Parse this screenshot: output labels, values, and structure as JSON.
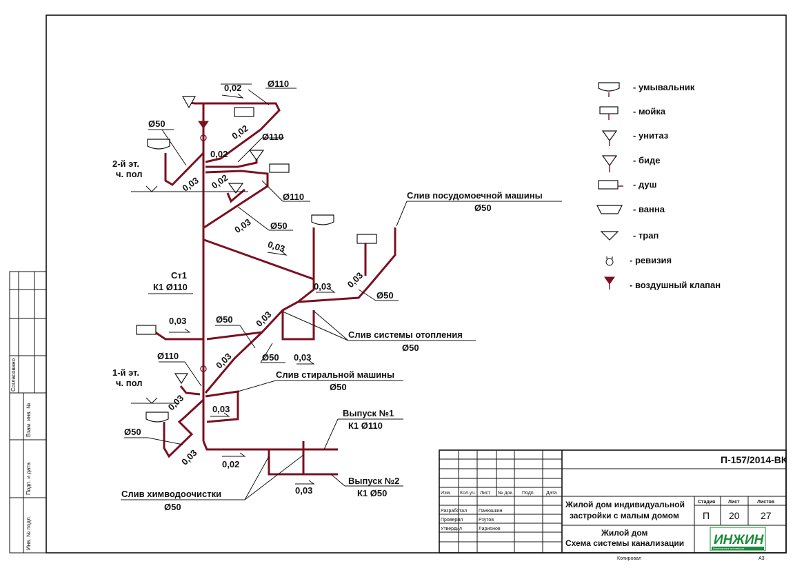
{
  "diagram": {
    "floors": {
      "floor2": [
        "2-й эт.",
        "ч. пол"
      ],
      "floor1": [
        "1-й эт.",
        "ч. пол"
      ]
    },
    "riser": {
      "name": "Ст1",
      "spec": "К1 Ø110"
    },
    "slope": "0,02",
    "slope2": "0,03",
    "d110": "Ø110",
    "d50": "Ø50",
    "labels": {
      "dishwasher": "Слив посудомоечной машины",
      "dishwasher_d": "Ø50",
      "heating": "Слив системы отопления",
      "heating_d": "Ø50",
      "washer": "Слив стиральной машины",
      "washer_d": "Ø50",
      "outlet1": "Выпуск №1",
      "outlet1_d": "К1 Ø110",
      "outlet2": "Выпуск №2",
      "outlet2_d": "К1 Ø50",
      "drycleaning": "Слив химводоочистки",
      "drycleaning_d": "Ø50"
    }
  },
  "legend": [
    {
      "icon": "washbasin-icon",
      "label": "- умывальник"
    },
    {
      "icon": "sink-icon",
      "label": "- мойка"
    },
    {
      "icon": "toilet-icon",
      "label": "- унитаз"
    },
    {
      "icon": "bidet-icon",
      "label": "- биде"
    },
    {
      "icon": "shower-icon",
      "label": "- душ"
    },
    {
      "icon": "bathtub-icon",
      "label": "- ванна"
    },
    {
      "icon": "floor-drain-icon",
      "label": "- трап"
    },
    {
      "icon": "inspection-icon",
      "label": "- ревизия"
    },
    {
      "icon": "air-valve-icon",
      "label": "- воздушный клапан"
    }
  ],
  "left_strip": {
    "agreed": "Согласовано",
    "inv_repl": "Взам. инв. №",
    "sign_date": "Подп. и дата",
    "inv_orig": "Инв. № подл."
  },
  "title_block": {
    "code": "П-157/2014-ВК",
    "cols": [
      "Изм.",
      "Кол.уч.",
      "Лист",
      "№ док.",
      "Подп.",
      "Дата"
    ],
    "roles": [
      {
        "role": "Разработал",
        "name": "Панюшкин"
      },
      {
        "role": "Проверил",
        "name": "Рзутов"
      },
      {
        "role": "Утвердил",
        "name": "Ларионов"
      }
    ],
    "project_line1": "Жилой дом индивидуальной",
    "project_line2": "застройки с малым домом",
    "stage_label": "Стадия",
    "sheet_label": "Лист",
    "sheets_label": "Листов",
    "stage": "П",
    "sheet": "20",
    "sheets": "27",
    "sheet_title1": "Жилой дом",
    "sheet_title2": "Схема системы канализации",
    "logo_text": "ИНЖИН",
    "logo_sub": "Инженерные инновации",
    "copied": "Копировал",
    "format": "А3"
  },
  "colors": {
    "pipe": "#7a1020",
    "logo_green": "#1a8a3a"
  }
}
